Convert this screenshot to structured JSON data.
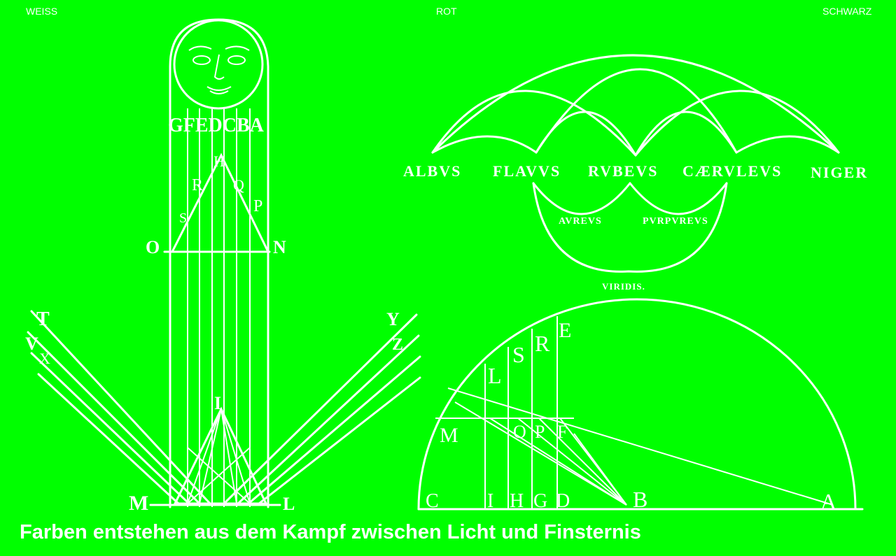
{
  "header": {
    "left": "WEISS",
    "center": "ROT",
    "right": "SCHWARZ"
  },
  "caption": "Farben entstehen aus dem Kampf zwischen Licht und Finsternis",
  "colors": {
    "background": "#00ff00",
    "ink": "#ffffff"
  },
  "sun_figure": {
    "top_letters": "GFEDCBA",
    "triangle_apex": "H",
    "left_inner_letters": [
      "R",
      "S"
    ],
    "right_inner_letters": [
      "Q",
      "P"
    ],
    "bar_left": "O",
    "bar_right": "N",
    "lower_apex": "I",
    "bottom_left": "M",
    "bottom_right": "L",
    "left_arm_letters": [
      "T",
      "V",
      "X"
    ],
    "right_arm_letters": [
      "Y",
      "Z"
    ]
  },
  "color_arcs": {
    "colors": [
      "ALBVS",
      "FLAVVS",
      "RVBEVS",
      "CÆRVLEVS",
      "NIGER"
    ],
    "mixed_colors": [
      "AVREVS",
      "PVRPVREVS"
    ],
    "bottom_label": "VIRIDIS."
  },
  "semicircle": {
    "upper_letters": [
      "L",
      "S",
      "R",
      "E"
    ],
    "middle_letters": [
      "M",
      "O",
      "P",
      "F"
    ],
    "base_letters": [
      "C",
      "I",
      "H",
      "G",
      "D",
      "B",
      "A"
    ]
  }
}
